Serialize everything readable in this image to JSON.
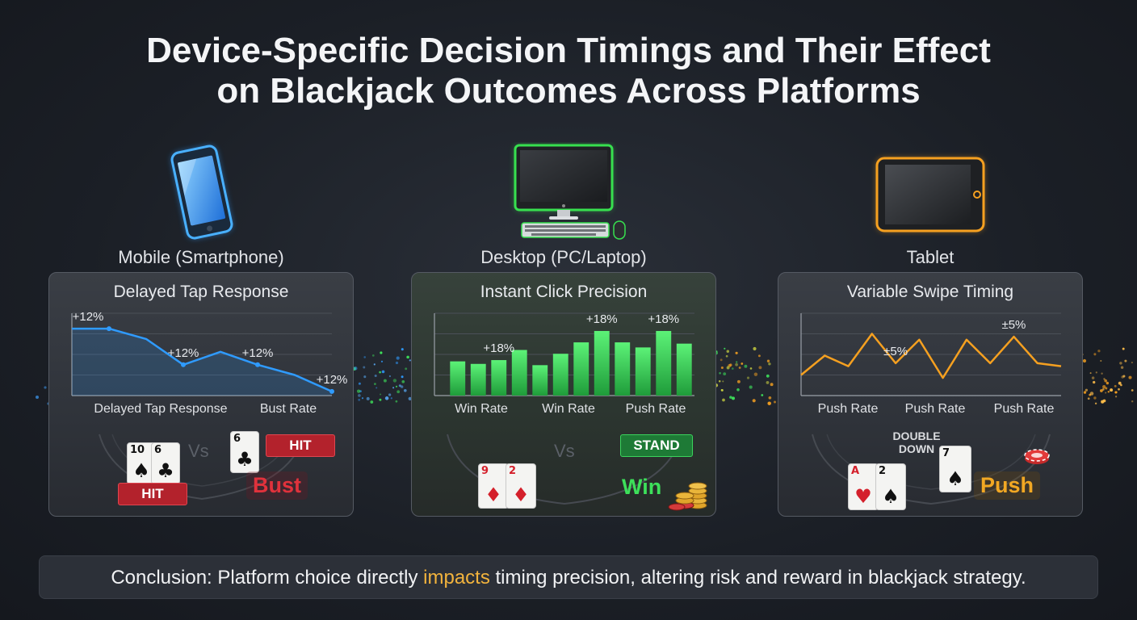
{
  "title": {
    "line1": "Device-Specific Decision Timings and Their Effect",
    "line2": "on Blackjack Outcomes Across Platforms"
  },
  "devices": [
    {
      "label": "Mobile (Smartphone)",
      "icon": "smartphone-icon",
      "color": "#2f9bff"
    },
    {
      "label": "Desktop (PC/Laptop)",
      "icon": "desktop-icon",
      "color": "#37e04f"
    },
    {
      "label": "Tablet",
      "icon": "tablet-icon",
      "color": "#f5a020"
    }
  ],
  "chart_data": [
    {
      "type": "line",
      "title": "Delayed Tap Response",
      "x_tick_labels": [
        "Delayed Tap Response",
        "Bust Rate"
      ],
      "values": [
        10.0,
        10.0,
        8.0,
        3.0,
        5.5,
        3.0,
        1.0,
        -2.2
      ],
      "data_labels": [
        {
          "index": 0,
          "text": "+12%"
        },
        {
          "index": 3,
          "text": "+12%"
        },
        {
          "index": 5,
          "text": "+12%"
        },
        {
          "index": 7,
          "text": "+12%"
        }
      ],
      "ylim": [
        -3,
        13
      ],
      "grid": true,
      "color": "#2f9bff"
    },
    {
      "type": "bar",
      "title": "Instant Click Precision",
      "x_tick_labels": [
        "Win Rate",
        "Win Rate",
        "Push Rate"
      ],
      "values": [
        5.4,
        5.0,
        5.6,
        7.2,
        4.8,
        6.6,
        8.4,
        10.2,
        8.4,
        7.6,
        10.2,
        8.2
      ],
      "data_labels": [
        {
          "index": 2,
          "text": "+18%"
        },
        {
          "index": 7,
          "text": "+18%"
        },
        {
          "index": 10,
          "text": "+18%"
        }
      ],
      "ylim": [
        0,
        13
      ],
      "grid": true,
      "color": "#3de05a"
    },
    {
      "type": "line",
      "title": "Variable Swipe Timing",
      "x_tick_labels": [
        "Push Rate",
        "Push Rate",
        "Push Rate"
      ],
      "values": [
        3.5,
        6.8,
        5.0,
        10.5,
        5.5,
        9.5,
        3.0,
        9.5,
        5.5,
        10.0,
        5.5,
        5.0
      ],
      "data_labels": [
        {
          "index": 4,
          "text": "±5%"
        },
        {
          "index": 9,
          "text": "±5%"
        }
      ],
      "ylim": [
        0,
        14
      ],
      "grid": true,
      "color": "#f5a020"
    }
  ],
  "tables": [
    {
      "vs": "Vs",
      "cards": [
        {
          "rank": "10",
          "suit": "♠",
          "red": false
        },
        {
          "rank": "6",
          "suit": "♣",
          "red": false
        },
        {
          "rank": "6",
          "suit": "♣",
          "red": false
        }
      ],
      "badges": [
        "HIT",
        "HIT"
      ],
      "outcome": "Bust",
      "outcome_color": "#e0323c"
    },
    {
      "vs": "Vs",
      "cards": [
        {
          "rank": "9",
          "suit": "♦",
          "red": true
        },
        {
          "rank": "2",
          "suit": "♦",
          "red": true
        }
      ],
      "badges": [
        "STAND"
      ],
      "outcome": "Win",
      "outcome_color": "#3de05a"
    },
    {
      "vs": "",
      "cards": [
        {
          "rank": "A",
          "suit": "♥",
          "red": true
        },
        {
          "rank": "2",
          "suit": "♠",
          "red": false
        },
        {
          "rank": "7",
          "suit": "♠",
          "red": false
        }
      ],
      "double_down": [
        "DOUBLE",
        "DOWN"
      ],
      "outcome": "Push",
      "outcome_color": "#f2a823"
    }
  ],
  "conclusion": {
    "before": "Conclusion: Platform choice directly ",
    "highlight": "impacts",
    "after": " timing precision, altering risk and reward in blackjack strategy."
  }
}
